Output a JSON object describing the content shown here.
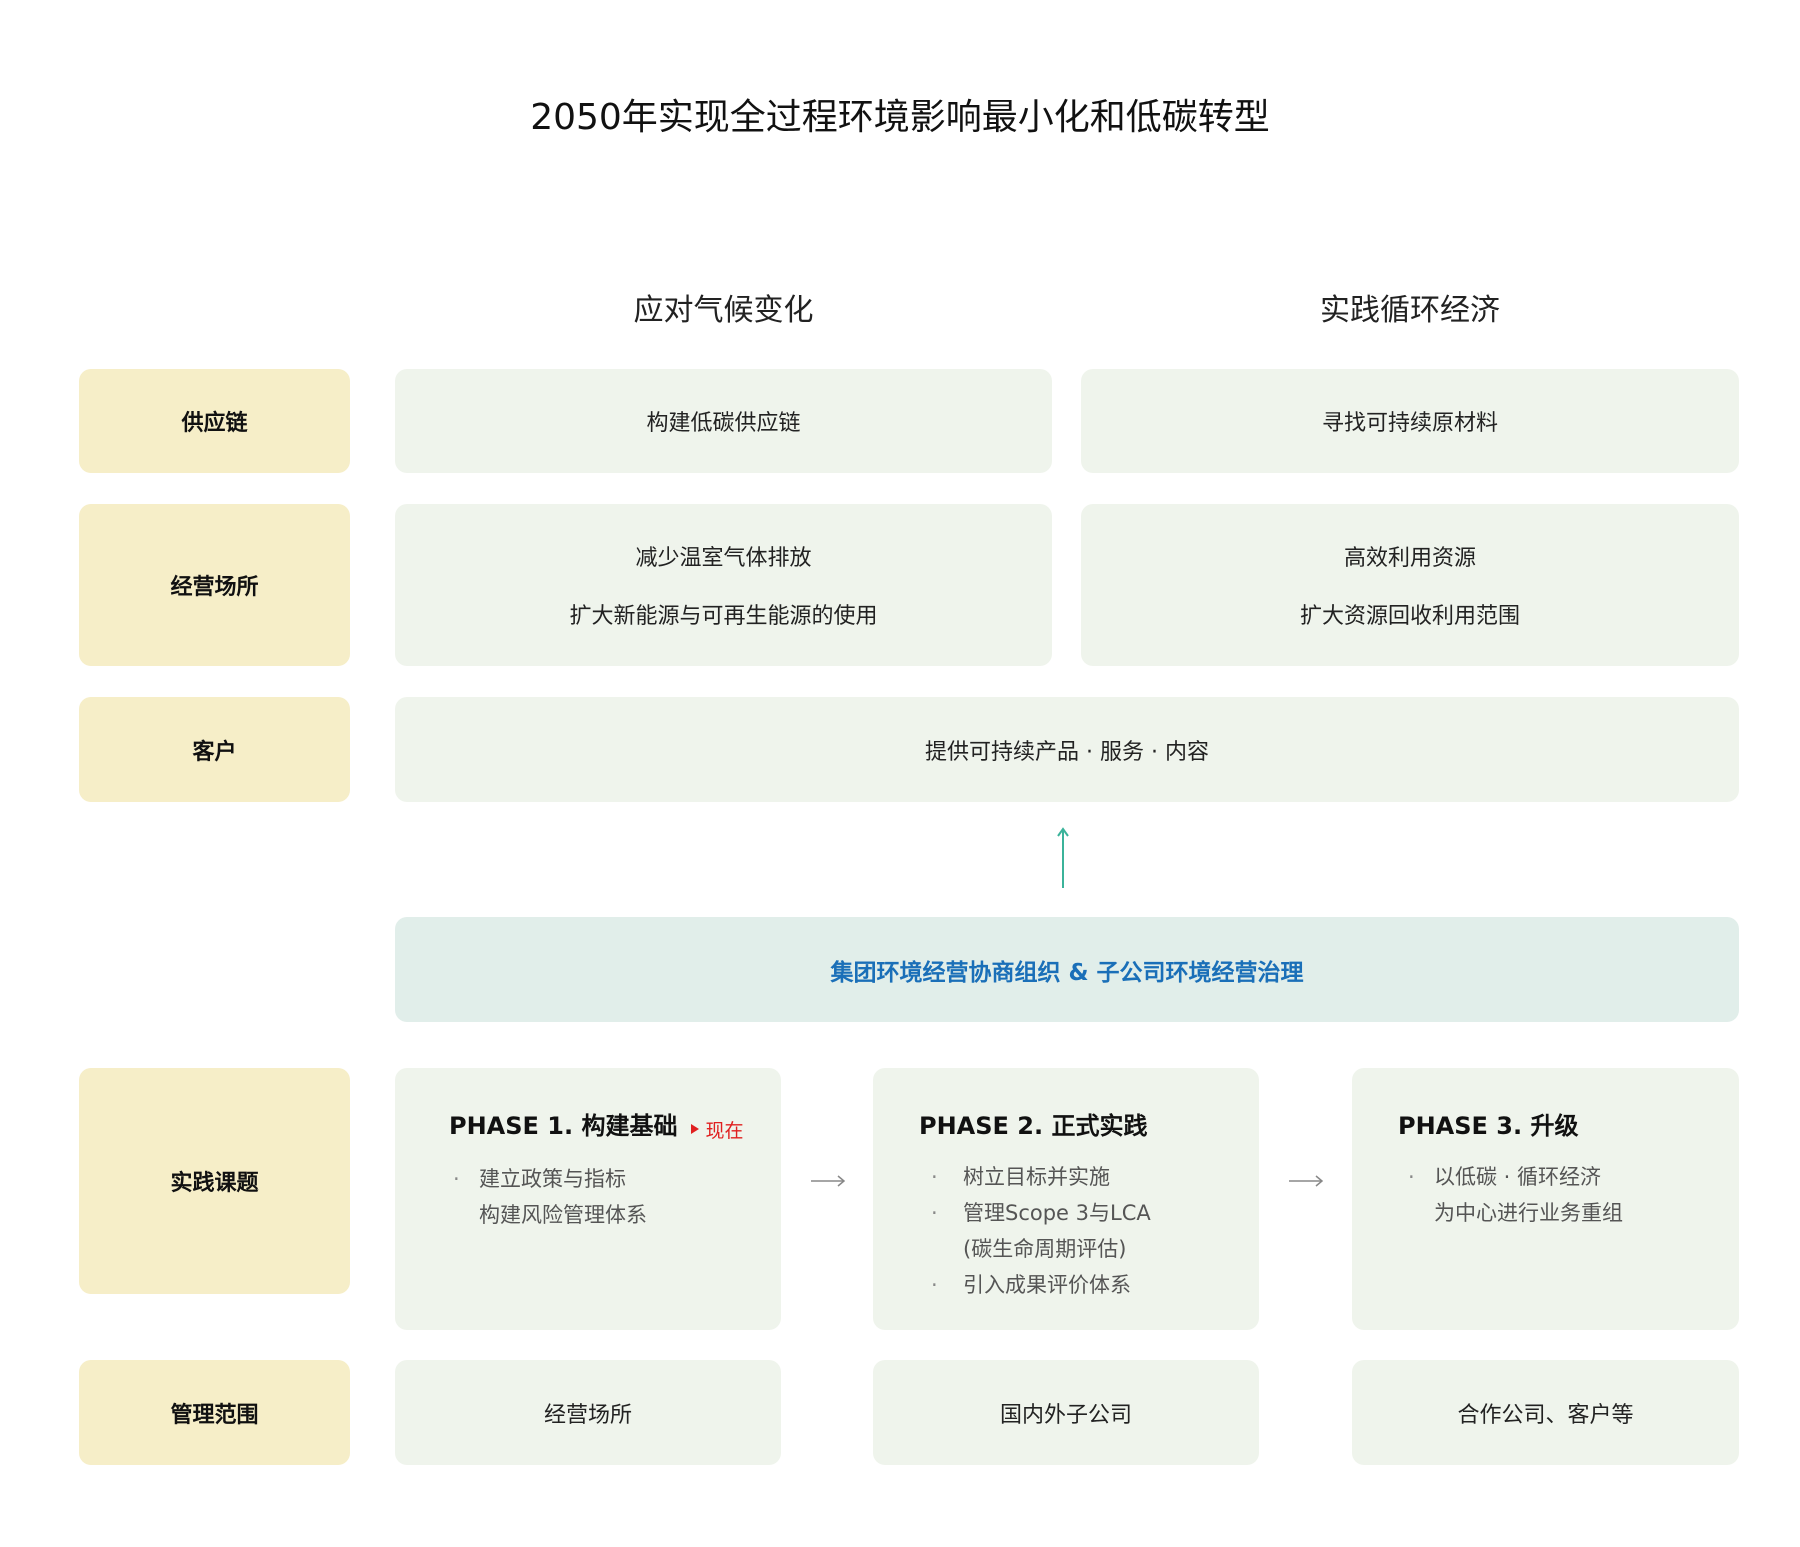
{
  "title": "2050年实现全过程环境影响最小化和低碳转型",
  "columns": [
    "应对气候变化",
    "实践循环经济"
  ],
  "rows": {
    "supply_chain": {
      "label": "供应链",
      "climate": [
        "构建低碳供应链"
      ],
      "circular": [
        "寻找可持续原材料"
      ]
    },
    "sites": {
      "label": "经营场所",
      "climate": [
        "减少温室气体排放",
        "扩大新能源与可再生能源的使用"
      ],
      "circular": [
        "高效利用资源",
        "扩大资源回收利用范围"
      ]
    },
    "customers": {
      "label": "客户",
      "content": "提供可持续产品 · 服务 · 内容"
    }
  },
  "governance": "集团环境经营协商组织 & 子公司环境经营治理",
  "tasks": {
    "label": "实践课题",
    "phases": [
      {
        "title": "PHASE 1. 构建基础",
        "badge": "现在",
        "bullets": [
          [
            "建立政策与指标",
            "构建风险管理体系"
          ]
        ]
      },
      {
        "title": "PHASE 2. 正式实践",
        "badge": "",
        "bullets": [
          [
            "树立目标并实施"
          ],
          [
            "管理Scope 3与LCA",
            "(碳生命周期评估)"
          ],
          [
            "引入成果评价体系"
          ]
        ]
      },
      {
        "title": "PHASE 3. 升级",
        "badge": "",
        "bullets": [
          [
            "以低碳 · 循环经济",
            "为中心进行业务重组"
          ]
        ]
      }
    ]
  },
  "scope": {
    "label": "管理范围",
    "values": [
      "经营场所",
      "国内外子公司",
      "合作公司、客户等"
    ]
  },
  "colors": {
    "label_bg": "#f6eec8",
    "cell_bg": "#eff4ec",
    "gov_bg": "#e1eeea",
    "gov_text": "#1a6fb8",
    "arrow": "#3bb39a",
    "badge": "#e02020"
  },
  "icons": {
    "up_arrow": "up-arrow-icon",
    "right_arrow": "right-arrow-icon",
    "badge_marker": "triangle-right-icon"
  }
}
